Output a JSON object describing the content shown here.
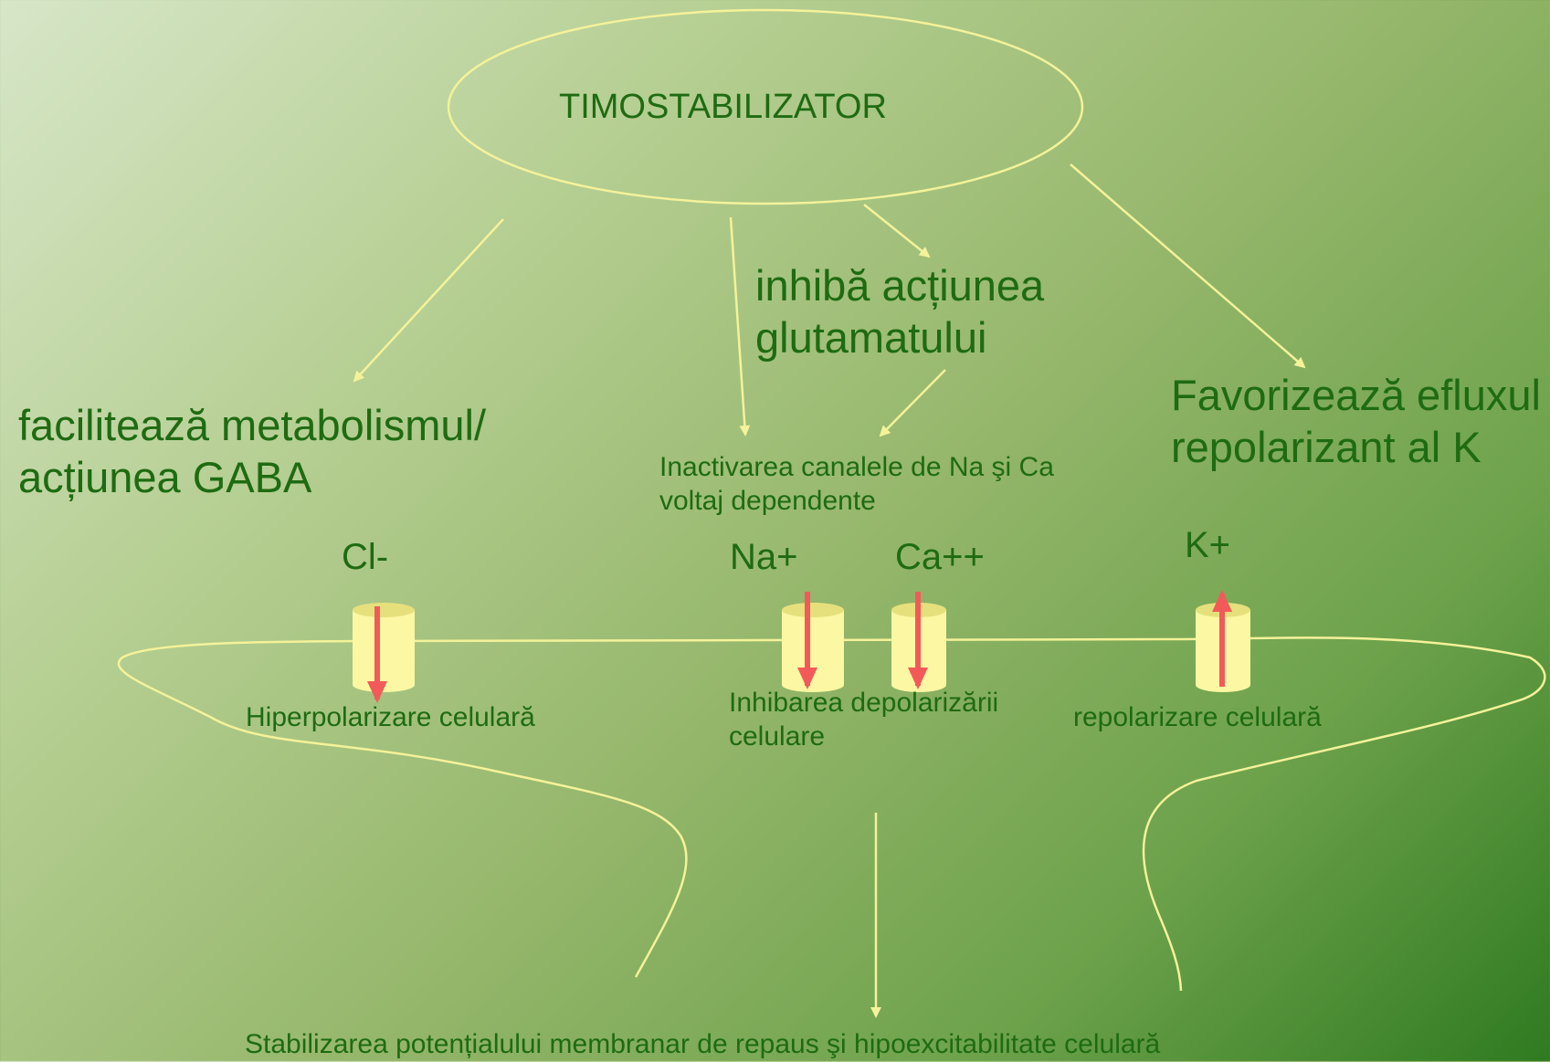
{
  "diagram": {
    "center_node": "TIMOSTABILIZATOR",
    "branches": {
      "gaba": {
        "line1": "facilitează metabolismul/",
        "line2": "acțiunea GABA"
      },
      "glutamate": {
        "line1": "inhibă acțiunea",
        "line2": "glutamatului"
      },
      "potassium": {
        "line1": "Favorizează efluxul",
        "line2": "repolarizant al K"
      }
    },
    "channels_note": {
      "line1": "Inactivarea canalele de Na şi Ca",
      "line2": "voltaj dependente"
    },
    "ions": [
      "Cl-",
      "Na+",
      "Ca++",
      "K+"
    ],
    "effects": {
      "chloride": "Hiperpolarizare celulară",
      "sodium_calcium": {
        "line1": "Inhibarea depolarizării",
        "line2": "celulare"
      },
      "potassium": "repolarizare celulară"
    },
    "conclusion": "Stabilizarea potențialului membranar de repaus şi hipoexcitabilitate celulară"
  },
  "colors": {
    "text": "#1e6b12",
    "lines": "#f4f29a",
    "channel_fill": "#fbf7a2",
    "ion_arrow": "#f25a5a"
  }
}
